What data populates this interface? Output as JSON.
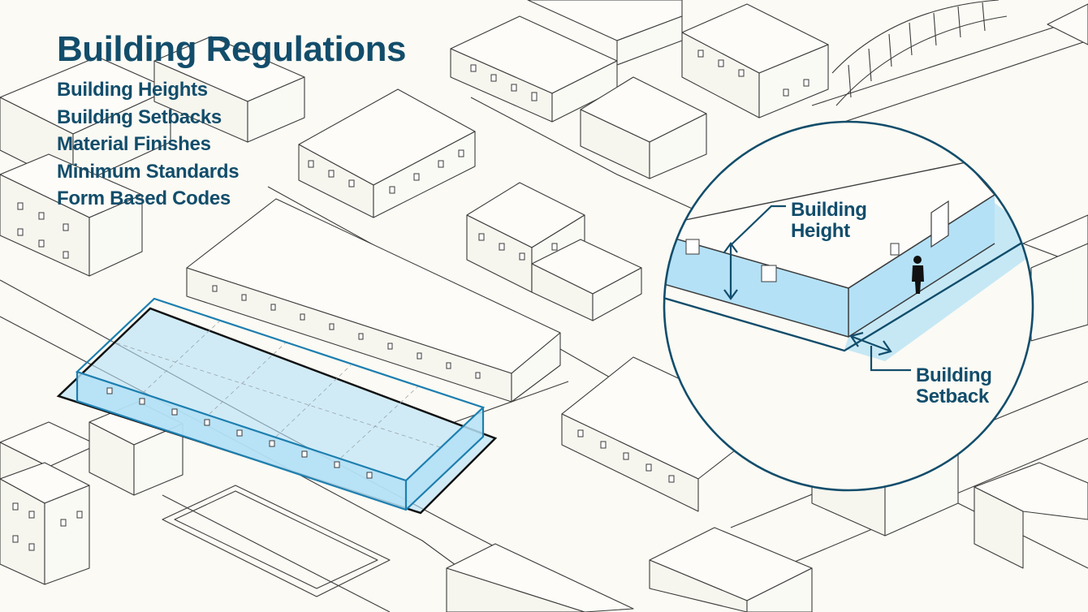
{
  "title": "Building Regulations",
  "regulations": [
    "Building Heights",
    "Building Setbacks",
    "Material Finishes",
    "Minimum Standards",
    "Form Based Codes"
  ],
  "callouts": {
    "height": [
      "Building",
      "Height"
    ],
    "setback": [
      "Building",
      "Setback"
    ]
  },
  "colors": {
    "navy_text": "#124d6b",
    "highlight_fill": "#b4e1f6",
    "highlight_stroke": "#1d7fb0",
    "line": "#3c3c3c",
    "background": "#fbfaf4"
  }
}
